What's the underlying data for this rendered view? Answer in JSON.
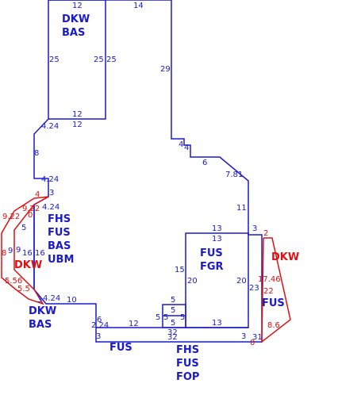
{
  "colors": {
    "blue": "#1a1acc",
    "red": "#dd1111"
  },
  "areas": [
    {
      "id": "dkw-bas-top",
      "lines": [
        "DKW",
        "BAS"
      ],
      "color": "blue"
    },
    {
      "id": "fhs-fus-bas-ubm",
      "lines": [
        "FHS",
        "FUS",
        "BAS",
        "UBM"
      ],
      "color": "blue"
    },
    {
      "id": "dkw-left",
      "lines": [
        "DKW"
      ],
      "color": "red"
    },
    {
      "id": "dkw-bas-bottom",
      "lines": [
        "DKW",
        "BAS"
      ],
      "color": "blue"
    },
    {
      "id": "fus-bottom",
      "lines": [
        "FUS"
      ],
      "color": "blue"
    },
    {
      "id": "fhs-fus-fop",
      "lines": [
        "FHS",
        "FUS",
        "FOP"
      ],
      "color": "blue"
    },
    {
      "id": "fus-fgr",
      "lines": [
        "FUS",
        "FGR"
      ],
      "color": "blue"
    },
    {
      "id": "dkw-right",
      "lines": [
        "DKW"
      ],
      "color": "red"
    },
    {
      "id": "fus-right",
      "lines": [
        "FUS"
      ],
      "color": "blue"
    }
  ],
  "dimensions": [
    {
      "t": "12",
      "c": "blue"
    },
    {
      "t": "14",
      "c": "blue"
    },
    {
      "t": "25",
      "c": "blue"
    },
    {
      "t": "25",
      "c": "blue"
    },
    {
      "t": "25",
      "c": "blue"
    },
    {
      "t": "29",
      "c": "blue"
    },
    {
      "t": "12",
      "c": "blue"
    },
    {
      "t": "12",
      "c": "blue"
    },
    {
      "t": "4.24",
      "c": "blue"
    },
    {
      "t": "8",
      "c": "blue"
    },
    {
      "t": "4",
      "c": "blue"
    },
    {
      "t": "4",
      "c": "blue"
    },
    {
      "t": "6",
      "c": "blue"
    },
    {
      "t": "7.81",
      "c": "blue"
    },
    {
      "t": "4.24",
      "c": "blue"
    },
    {
      "t": "3",
      "c": "blue"
    },
    {
      "t": "4.24",
      "c": "blue"
    },
    {
      "t": "11",
      "c": "blue"
    },
    {
      "t": "4",
      "c": "red"
    },
    {
      "t": "9.22",
      "c": "red"
    },
    {
      "t": "9.22",
      "c": "red"
    },
    {
      "t": "0",
      "c": "red"
    },
    {
      "t": "8",
      "c": "red"
    },
    {
      "t": "5.56",
      "c": "red"
    },
    {
      "t": "5.5",
      "c": "red"
    },
    {
      "t": "5",
      "c": "blue"
    },
    {
      "t": "9",
      "c": "blue"
    },
    {
      "t": "16",
      "c": "blue"
    },
    {
      "t": "16",
      "c": "blue"
    },
    {
      "t": "9",
      "c": "blue"
    },
    {
      "t": "3",
      "c": "blue"
    },
    {
      "t": "4.24",
      "c": "blue"
    },
    {
      "t": "10",
      "c": "blue"
    },
    {
      "t": "6",
      "c": "blue"
    },
    {
      "t": "2.24",
      "c": "blue"
    },
    {
      "t": "12",
      "c": "blue"
    },
    {
      "t": "3",
      "c": "blue"
    },
    {
      "t": "13",
      "c": "blue"
    },
    {
      "t": "13",
      "c": "blue"
    },
    {
      "t": "3",
      "c": "blue"
    },
    {
      "t": "15",
      "c": "blue"
    },
    {
      "t": "20",
      "c": "blue"
    },
    {
      "t": "20",
      "c": "blue"
    },
    {
      "t": "23",
      "c": "blue"
    },
    {
      "t": "22",
      "c": "red"
    },
    {
      "t": "17.46",
      "c": "red"
    },
    {
      "t": "2",
      "c": "red"
    },
    {
      "t": "5",
      "c": "blue"
    },
    {
      "t": "5",
      "c": "blue"
    },
    {
      "t": "5",
      "c": "blue"
    },
    {
      "t": "5",
      "c": "blue"
    },
    {
      "t": "5",
      "c": "blue"
    },
    {
      "t": "5",
      "c": "blue"
    },
    {
      "t": "13",
      "c": "blue"
    },
    {
      "t": "32",
      "c": "blue"
    },
    {
      "t": "32",
      "c": "blue"
    },
    {
      "t": "3",
      "c": "blue"
    },
    {
      "t": "31",
      "c": "blue"
    },
    {
      "t": "8.6",
      "c": "red"
    },
    {
      "t": "0",
      "c": "red"
    }
  ]
}
